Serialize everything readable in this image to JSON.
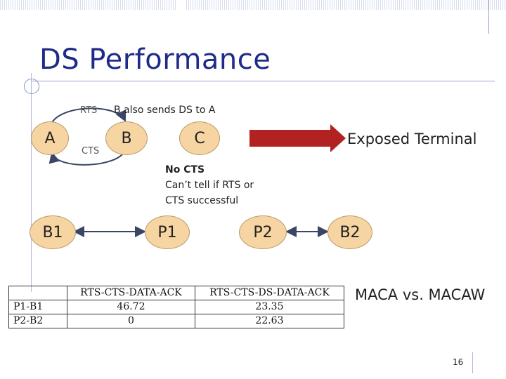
{
  "slide": {
    "title": "DS Performance",
    "page_number": "16"
  },
  "diagram": {
    "rts_label": "RTS",
    "cts_label": "CTS",
    "b_note": "B also sends DS to A",
    "exposed_terminal": "Exposed Terminal",
    "no_cts_heading": "No CTS",
    "no_cts_line1": "Can’t tell if RTS or",
    "no_cts_line2": "CTS successful",
    "nodes_top": [
      "A",
      "B",
      "C"
    ],
    "nodes_bottom": [
      "B1",
      "P1",
      "P2",
      "B2"
    ],
    "comparison_label": "MACA vs. MACAW"
  },
  "table": {
    "headers": [
      "",
      "RTS-CTS-DATA-ACK",
      "RTS-CTS-DS-DATA-ACK"
    ],
    "rows": [
      [
        "P1-B1",
        "46.72",
        "23.35"
      ],
      [
        "P2-B2",
        "0",
        "22.63"
      ]
    ]
  },
  "colors": {
    "title": "#1f2b88",
    "node_fill": "#f6d5a2",
    "arrow_fill": "#b22222",
    "line": "#3b4566"
  }
}
